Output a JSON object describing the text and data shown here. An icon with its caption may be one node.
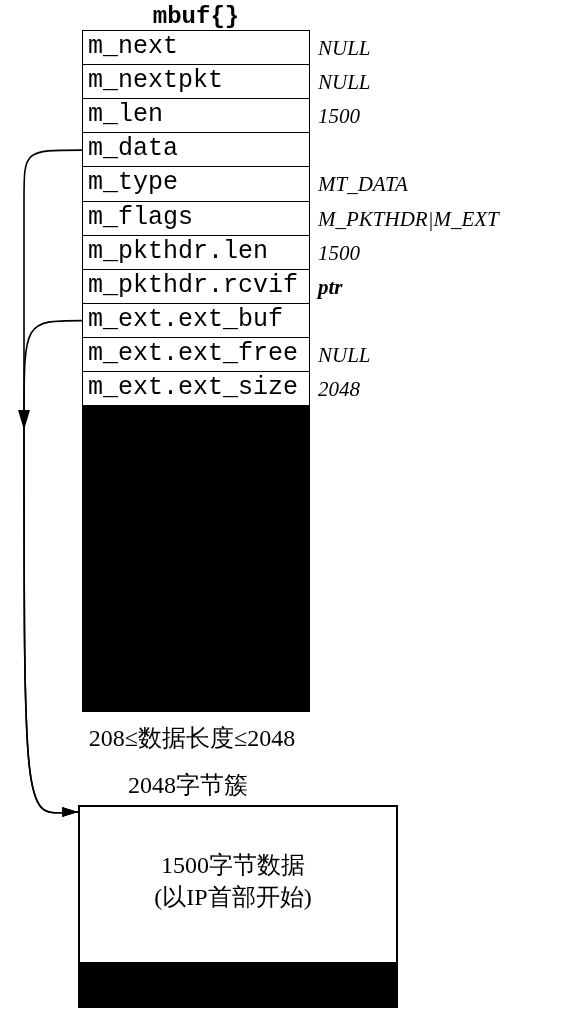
{
  "diagram": {
    "nodes": [
      {
        "text": [
          "mbuf{}"
        ]
      },
      {
        "text": [
          "m_next"
        ],
        "in": 0,
        "beside": [
          "NULL"
        ]
      },
      {
        "text": [
          "m_nextpkt"
        ],
        "in": 0,
        "beside": [
          "NULL"
        ]
      },
      {
        "text": [
          "m_len"
        ],
        "in": 0,
        "beside": [
          "1500"
        ]
      },
      {
        "text": [
          "m_data"
        ],
        "in": 0
      },
      {
        "text": [
          "m_type"
        ],
        "in": 0,
        "beside": [
          "MT_DATA"
        ]
      },
      {
        "text": [
          "m_flags"
        ],
        "in": 0,
        "beside": [
          "M_PKTHDR|M_EXT"
        ]
      },
      {
        "text": [
          "m_pkthdr.len"
        ],
        "in": 0,
        "beside": [
          "1500"
        ]
      },
      {
        "text": [
          "m_pkthdr.rcvif"
        ],
        "in": 0,
        "beside": [
          "ptr"
        ]
      },
      {
        "text": [
          "m_ext.ext_buf"
        ],
        "in": 0
      },
      {
        "text": [
          "m_ext.ext_free"
        ],
        "in": 0,
        "beside": [
          "NULL"
        ]
      },
      {
        "text": [
          "m_ext.ext_size"
        ],
        "in": 0,
        "beside": [
          "2048"
        ]
      },
      {
        "text": [],
        "shape": "box",
        "in": 0,
        "beside": [
          "208≤数据长度≤2048"
        ]
      },
      {
        "text": [
          "2048字节簇",
          "1500字节数据(以IP首部开始)"
        ]
      },
      {
        "text": [],
        "shape": "box",
        "in": 13
      }
    ],
    "edges": [
      {
        "from": 4,
        "to": 13,
        "arrow": "to"
      },
      {
        "from": 9,
        "to": 13,
        "arrow": "to"
      }
    ]
  }
}
